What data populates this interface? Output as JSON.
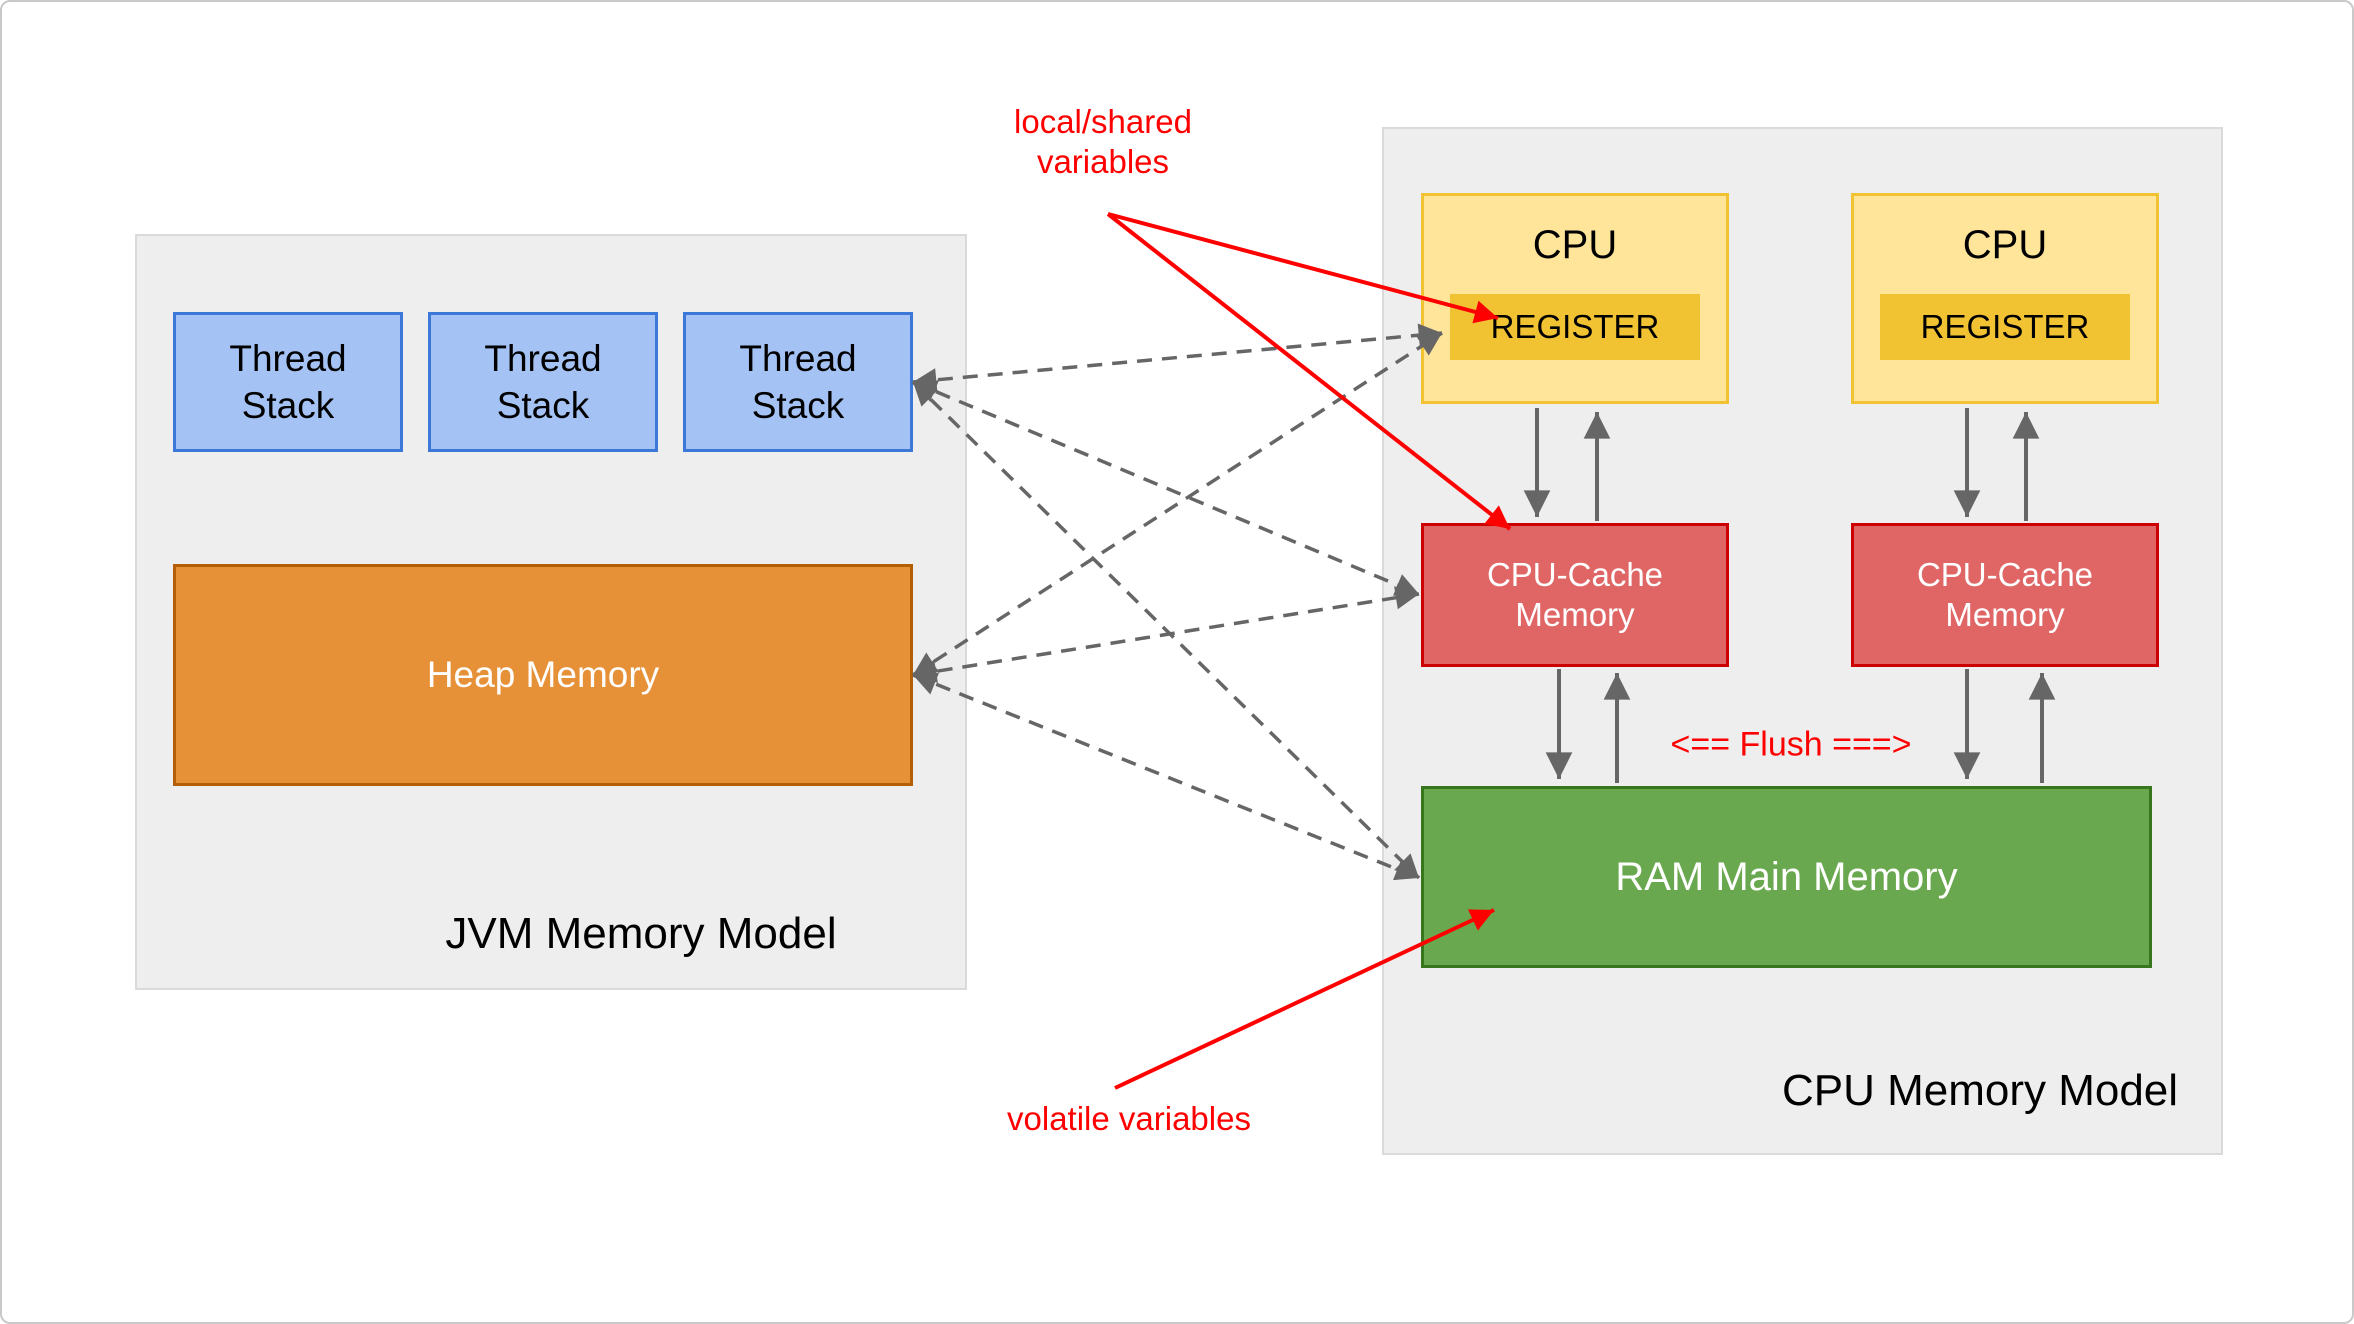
{
  "jvm_panel": {
    "title": "JVM Memory Model",
    "thread_stacks": [
      {
        "label": "Thread Stack"
      },
      {
        "label": "Thread Stack"
      },
      {
        "label": "Thread Stack"
      }
    ],
    "heap": {
      "label": "Heap Memory"
    }
  },
  "cpu_panel": {
    "title": "CPU Memory Model",
    "flush_label": "<== Flush ===>",
    "cpus": [
      {
        "label": "CPU",
        "register": "REGISTER",
        "cache": "CPU-Cache Memory"
      },
      {
        "label": "CPU",
        "register": "REGISTER",
        "cache": "CPU-Cache Memory"
      }
    ],
    "ram": {
      "label": "RAM Main Memory"
    }
  },
  "annotations": {
    "local_shared": "local/shared variables",
    "volatile": "volatile variables"
  },
  "colors": {
    "panel_fill": "#eeeeee",
    "thread_stack_fill": "#a4c2f4",
    "thread_stack_border": "#3c78d8",
    "heap_fill": "#e69138",
    "heap_border": "#b45f06",
    "cpu_fill": "#ffe599",
    "cpu_border": "#f1c232",
    "register_fill": "#f1c232",
    "cache_fill": "#e06666",
    "cache_border": "#cc0000",
    "ram_fill": "#6aa84f",
    "ram_border": "#38761d",
    "arrow_gray": "#666666",
    "annotation_red": "#ff0000"
  }
}
